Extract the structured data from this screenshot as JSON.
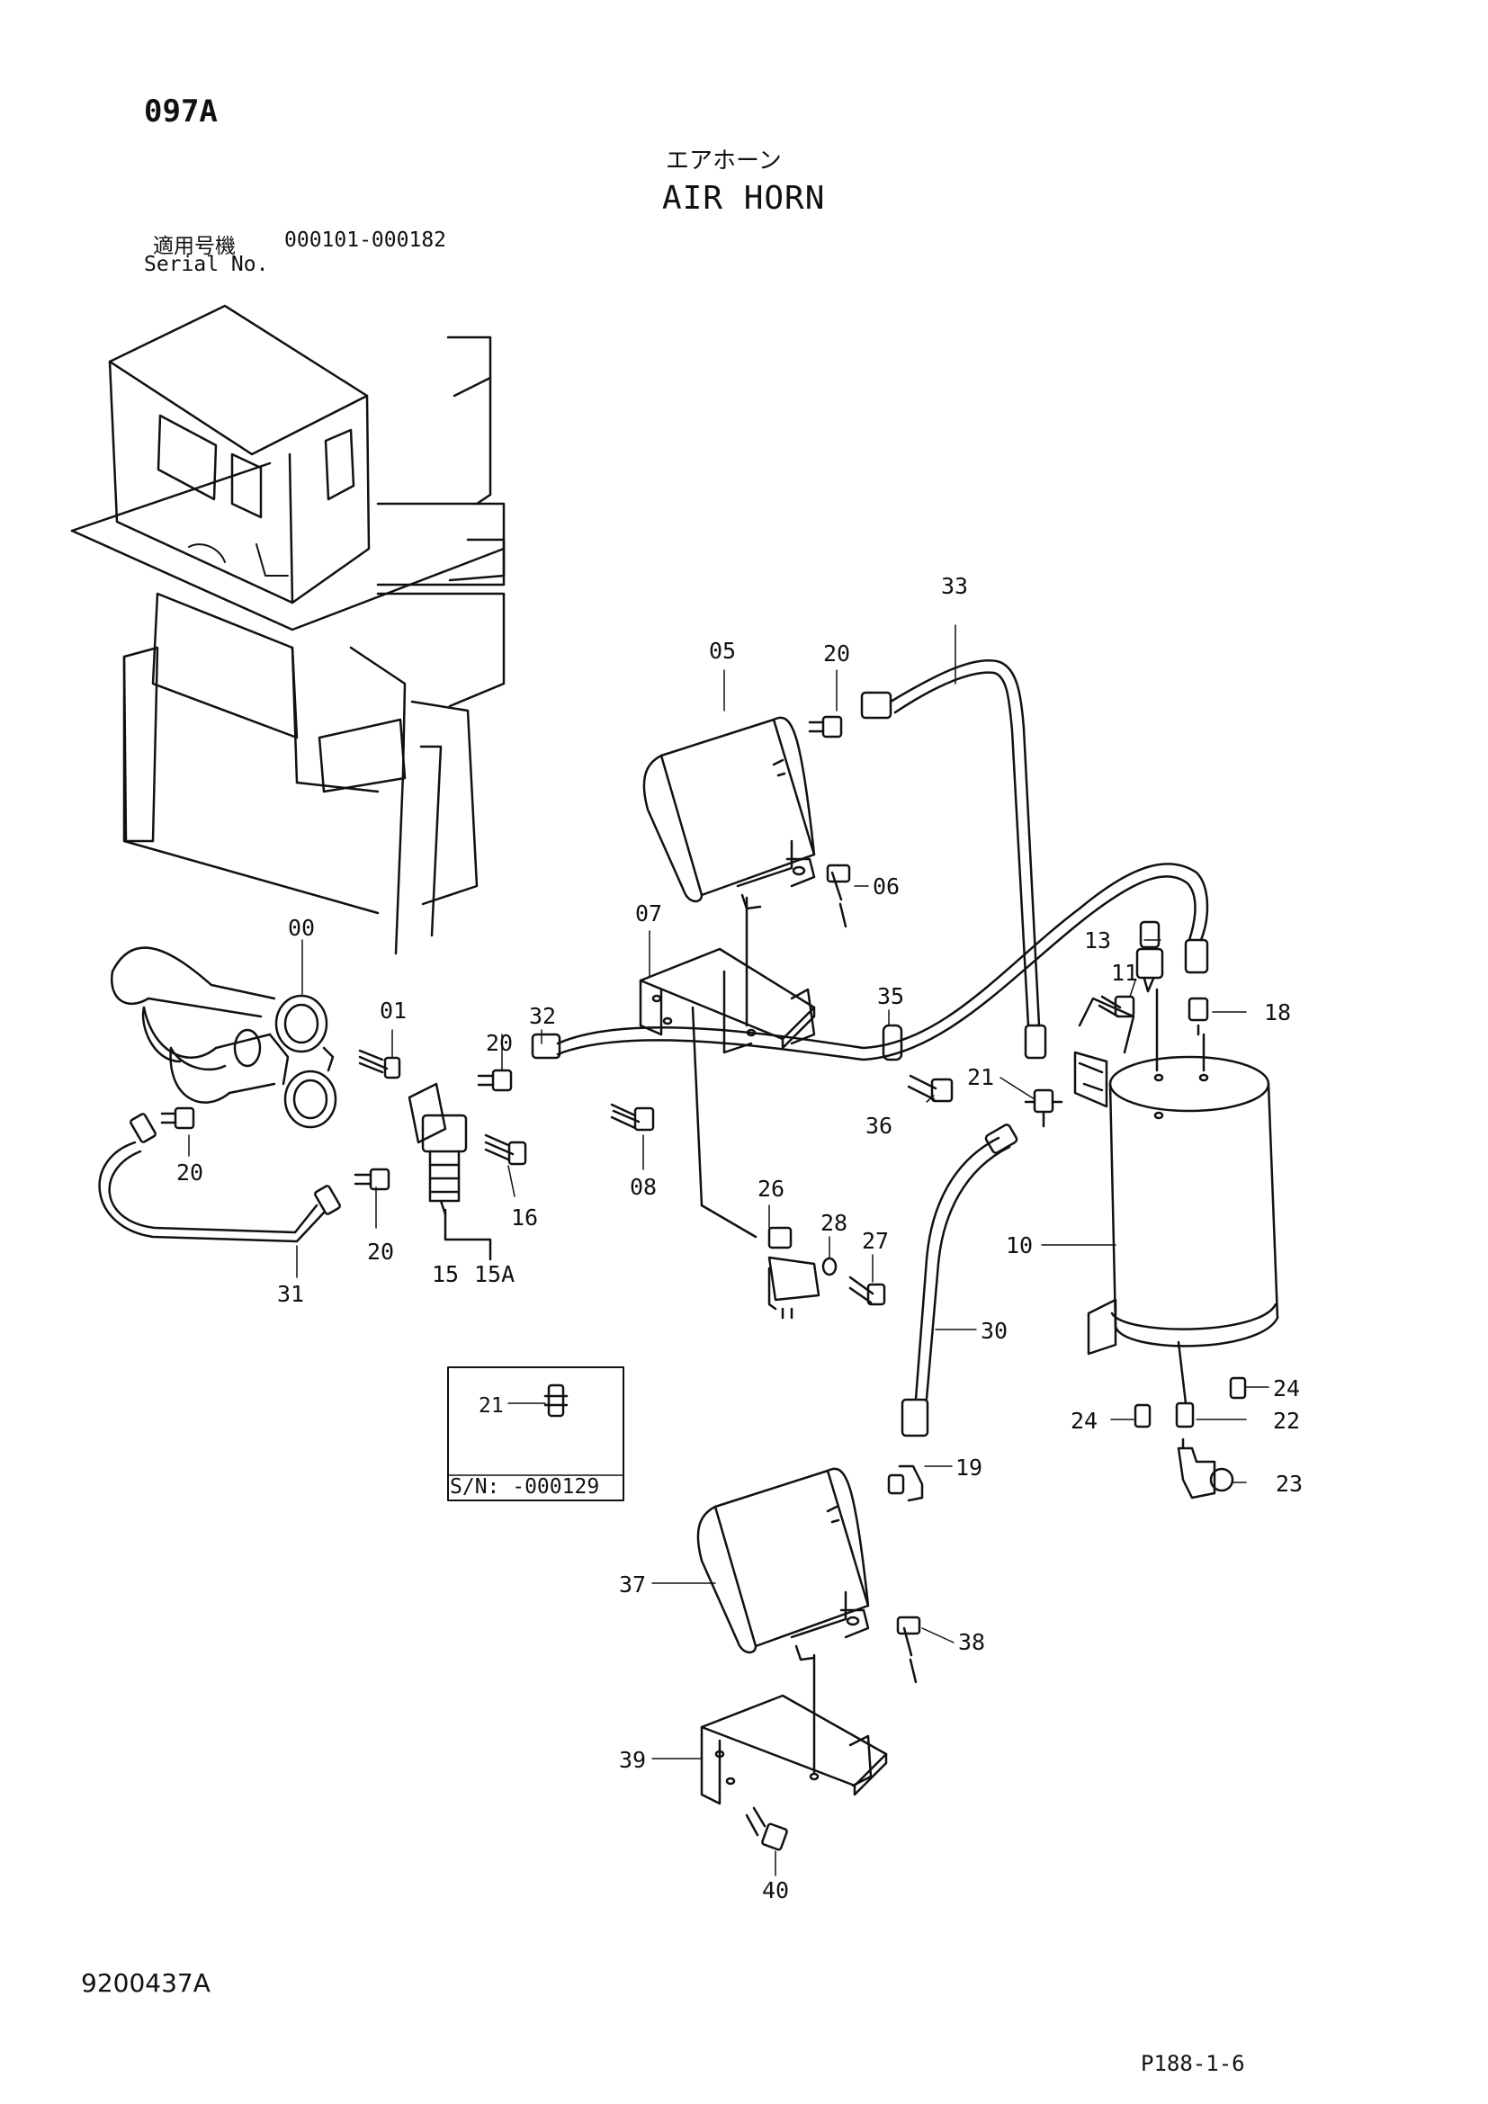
{
  "header": {
    "page_code": "097A",
    "title_jp": "エアホーン",
    "title_en": "AIR HORN",
    "serial_label_jp": "適用号機",
    "serial_range": "000101-000182",
    "serial_label_en": "Serial No."
  },
  "callouts": {
    "c00": "00",
    "c01": "01",
    "c05": "05",
    "c06": "06",
    "c07": "07",
    "c08": "08",
    "c10": "10",
    "c11": "11",
    "c13": "13",
    "c15": "15",
    "c15a": "15A",
    "c16": "16",
    "c18": "18",
    "c19": "19",
    "c20a": "20",
    "c20b": "20",
    "c20c": "20",
    "c20d": "20",
    "c21a": "21",
    "c22": "22",
    "c23": "23",
    "c24a": "24",
    "c24b": "24",
    "c26": "26",
    "c27": "27",
    "c28": "28",
    "c30": "30",
    "c31": "31",
    "c32": "32",
    "c33": "33",
    "c35": "35",
    "c36": "36",
    "c37": "37",
    "c38": "38",
    "c39": "39",
    "c40": "40"
  },
  "inset": {
    "part_label": "21",
    "serial_note": "S/N:  -000129"
  },
  "footer": {
    "doc_number": "9200437A",
    "page_ref": "P188-1-6"
  },
  "colors": {
    "ink": "#111111",
    "paper": "#ffffff"
  }
}
